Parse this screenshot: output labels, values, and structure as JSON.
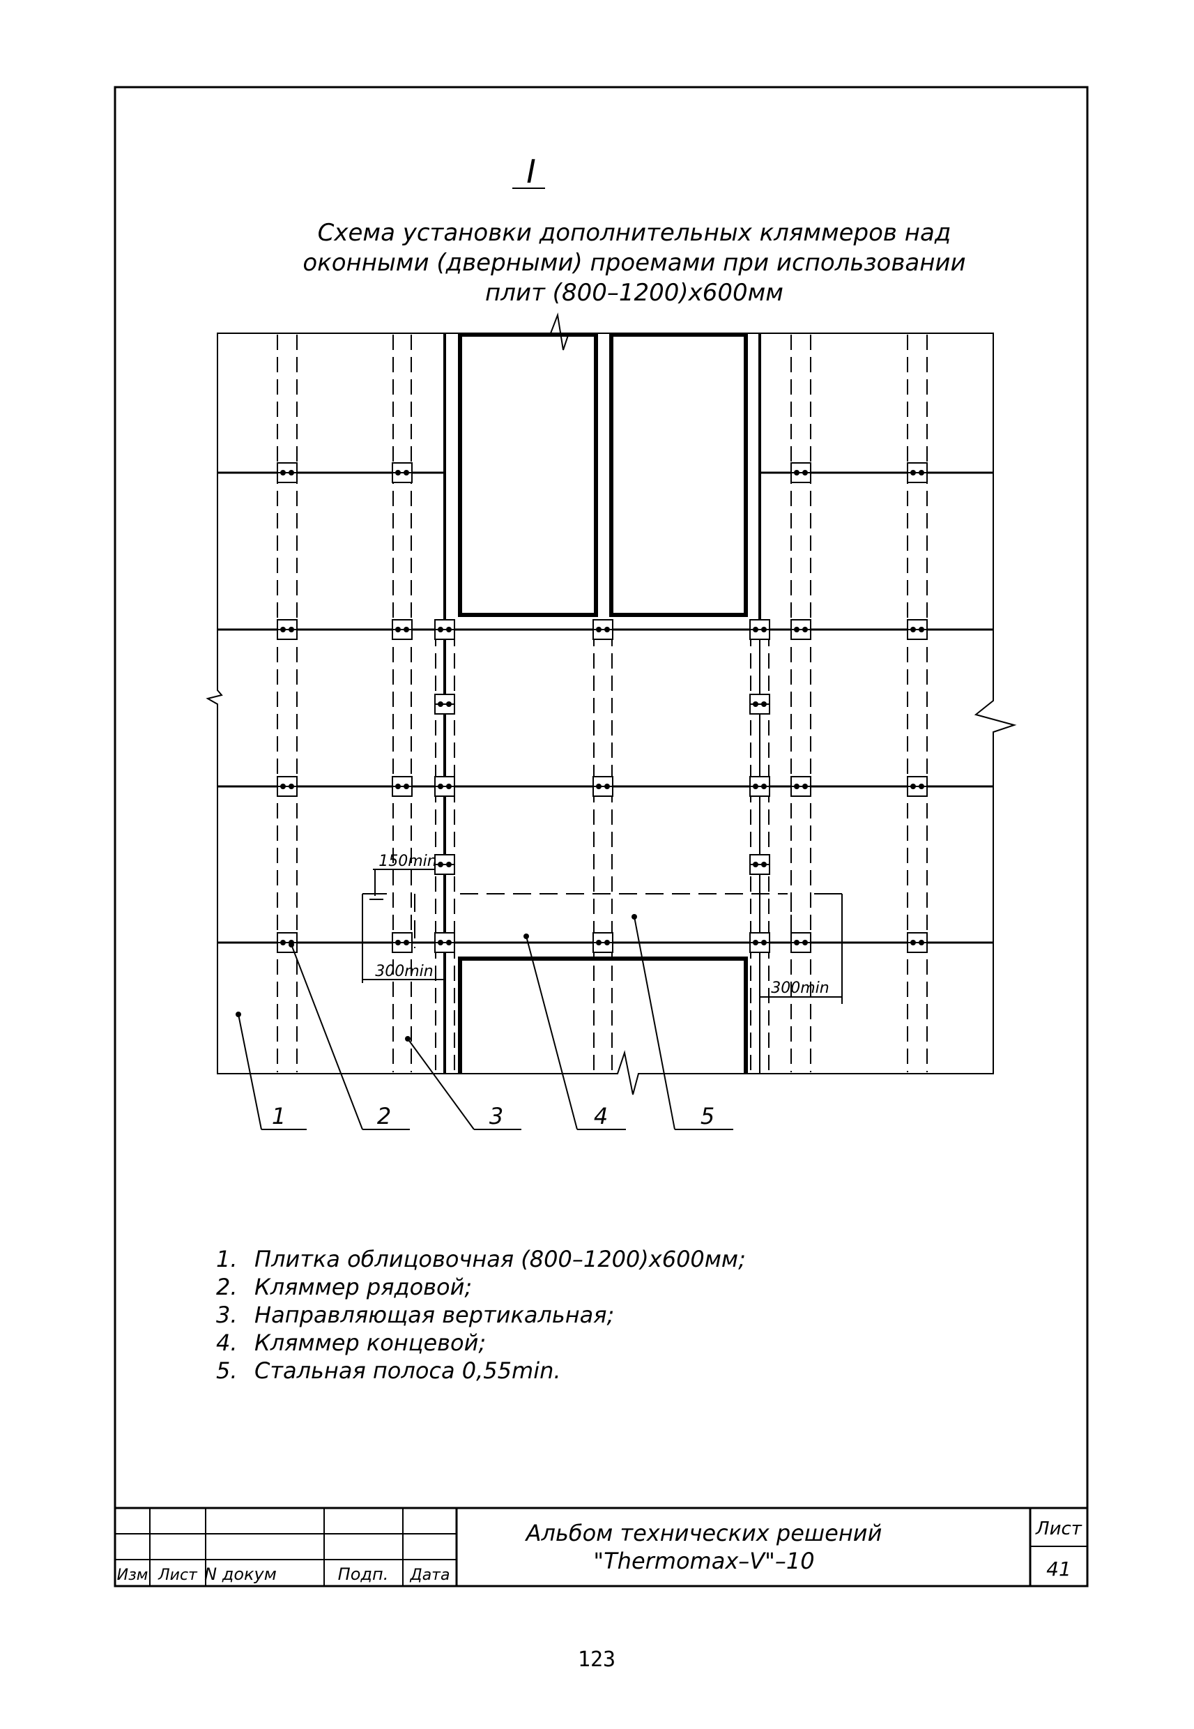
{
  "section_mark": "I",
  "title": {
    "line1": "Схема установки дополнительных кляммеров над",
    "line2": "оконными (дверными) проемами при использовании",
    "line3": "плит (800–1200)х600мм"
  },
  "dimensions": {
    "d150": "150min",
    "d300_left": "300min",
    "d300_right": "300min"
  },
  "callouts": [
    "1",
    "2",
    "3",
    "4",
    "5"
  ],
  "legend": [
    {
      "num": "1.",
      "text": "Плитка облицовочная (800–1200)х600мм;"
    },
    {
      "num": "2.",
      "text": "Кляммер рядовой;"
    },
    {
      "num": "3.",
      "text": "Направляющая вертикальная;"
    },
    {
      "num": "4.",
      "text": "Кляммер концевой;"
    },
    {
      "num": "5.",
      "text": "Стальная полоса 0,55min."
    }
  ],
  "title_block": {
    "col_izm": "Изм",
    "col_list": "Лист",
    "col_ndoc": "N докум",
    "col_podp": "Подп.",
    "col_data": "Дата",
    "album_line1": "Альбом технических решений",
    "album_line2": "\"Thermomax–V\"–10",
    "sheet_label": "Лист",
    "sheet_number": "41"
  },
  "page_number": "123"
}
